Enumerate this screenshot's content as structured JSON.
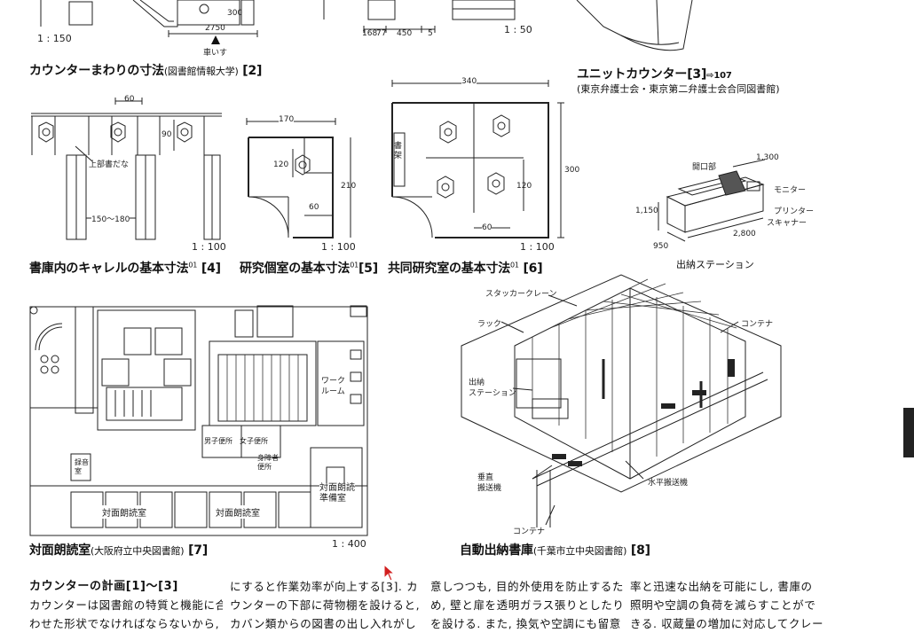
{
  "top": {
    "scale_1_150": "1 : 150",
    "dim_2750": "2750",
    "dim_300": "300",
    "wheelchair": "車いす",
    "dims_168": "168",
    "dims_77": "77",
    "dims_450": "450",
    "dims_5": "5",
    "scale_1_50": "1 : 50"
  },
  "captions": {
    "fig2": {
      "title": "カウンターまわりの寸法",
      "sub": "(図書館情報大学)",
      "num": "[2]"
    },
    "fig3": {
      "title": "ユニットカウンター",
      "num": "[3]",
      "link": "⇨107",
      "sub": "(東京弁護士会・東京第二弁護士会合同図書館)"
    },
    "fig4": {
      "title": "書庫内のキャレルの基本寸法",
      "ref": "01",
      "num": "[4]"
    },
    "fig5": {
      "title": "研究個室の基本寸法",
      "ref": "01",
      "num": "[5]"
    },
    "fig6": {
      "title": "共同研究室の基本寸法",
      "ref": "01",
      "num": "[6]"
    },
    "fig7": {
      "title": "対面朗読室",
      "sub": "(大阪府立中央図書館)",
      "num": "[7]"
    },
    "fig8": {
      "title": "自動出納書庫",
      "sub": "(千葉市立中央図書館)",
      "num": "[8]"
    }
  },
  "fig4": {
    "dim_60": "60",
    "dim_90": "90",
    "upper_shelf": "上部書だな",
    "dim_range": "150～180",
    "scale": "1 : 100"
  },
  "fig5": {
    "dim_170": "170",
    "dim_120": "120",
    "dim_210": "210",
    "dim_60": "60",
    "scale": "1 : 100"
  },
  "fig6": {
    "dim_340": "340",
    "shelf": "書架",
    "dim_300": "300",
    "dim_120": "120",
    "dim_60": "60",
    "scale": "1 : 100"
  },
  "station": {
    "opening": "開口部",
    "dim_1300": "1,300",
    "monitor": "モニター",
    "printer": "プリンター",
    "scanner": "スキャナー",
    "dim_1150": "1,150",
    "dim_2800": "2,800",
    "dim_950": "950",
    "label": "出納ステーション"
  },
  "fig7": {
    "work_room": "ワーク\nルーム",
    "mens_wc": "男子便所",
    "womens_wc": "女子便所",
    "accessible_wc": "身障者\n便所",
    "recording_room": "録音\n室",
    "reading_room_1": "対面朗読室",
    "reading_room_2": "対面朗読室",
    "prep_room": "対面朗読\n準備室",
    "scale": "1 : 400"
  },
  "fig8": {
    "stacker_crane": "スタッカークレーン",
    "rack": "ラック",
    "container_top": "コンテナ",
    "station": "出納\nステーション",
    "vertical_conveyor": "垂直\n搬送機",
    "horizontal_conveyor": "水平搬送機",
    "container_bottom": "コンテナ"
  },
  "body_text": {
    "col1": [
      "カウンターの計画[1]～[3]",
      "カウンターは図書館の特質と機能に合",
      "わせた形状でなければならないから,"
    ],
    "col2": [
      "にすると作業効率が向上する[3]. カ",
      "ウンターの下部に荷物棚を設けると,",
      "カバン類からの図書の出し入れがし"
    ],
    "col3": [
      "意しつつも, 目的外使用を防止するた",
      "め, 壁と扉を透明ガラス張りとしたり窓",
      "を設ける. また, 換気や空調にも留意"
    ],
    "col4": [
      "率と迅速な出納を可能にし, 書庫の",
      "照明や空調の負荷を減らすことがで",
      "きる. 収蔵量の増加に対応してクレー"
    ]
  }
}
